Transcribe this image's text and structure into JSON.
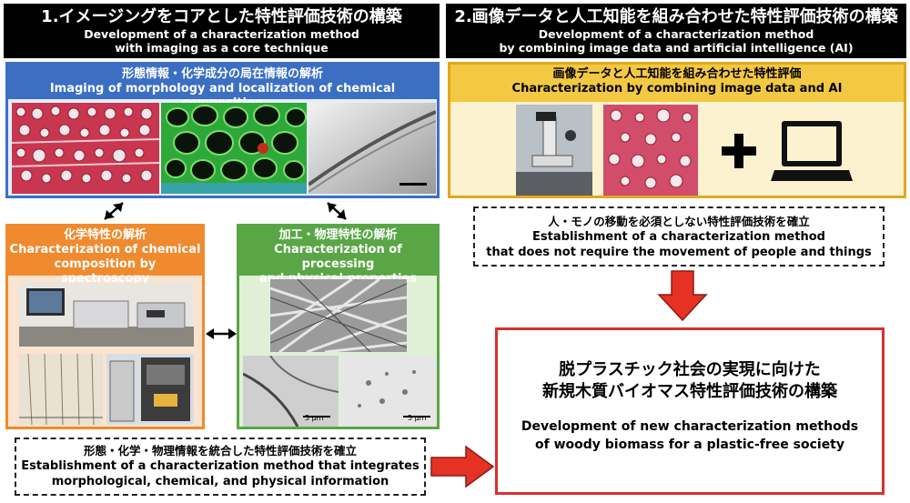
{
  "left_header": {
    "jp": "1.イメージングをコアとした特性評価技術の構築",
    "en1": "Development of a characterization method",
    "en2": "with imaging as a core technique"
  },
  "right_header": {
    "jp": "2.画像データと人工知能を組み合わせた特性評価技術の構築",
    "en1": "Development of a characterization method",
    "en2": "by combining image data and artificial intelligence (AI)"
  },
  "imaging_box": {
    "jp": "形態情報・化学成分の局在情報の解析",
    "en": "Imaging of morphology and localization of chemical composition"
  },
  "ai_box": {
    "jp": "画像データと人工知能を組み合わせた特性評価",
    "en": "Characterization by combining image data and AI"
  },
  "chemical_box": {
    "jp": "化学特性の解析",
    "en1": "Characterization of chemical",
    "en2": "composition by spectroscopy"
  },
  "processing_box": {
    "jp": "加工・物理特性の解析",
    "en1": "Characterization of processing",
    "en2": "and physical properties"
  },
  "scale_bars": [
    "5 μm",
    "5 μm"
  ],
  "integrate_box": {
    "jp": "形態・化学・物理情報を統合した特性評価技術を確立",
    "en1": "Establishment of a characterization method that integrates",
    "en2": "morphological, chemical, and physical information"
  },
  "no_movement_box": {
    "jp": "人・モノの移動を必須としない特性評価技術を確立",
    "en1": "Establishment of a characterization method",
    "en2": "that does not require the movement of people and things"
  },
  "goal_box": {
    "jp1": "脱プラスチック社会の実現に向けた",
    "jp2": "新規木質バイオマス特性評価技術の構築",
    "en1": "Development of new characterization methods",
    "en2": "of woody biomass for a plastic-free society"
  },
  "colors": {
    "imaging_blue": "#3b6fc4",
    "ai_yellow": "#f3c842",
    "chemical_orange": "#ef8a2e",
    "processing_green": "#5aa646",
    "goal_red": "#d9302c",
    "arrow_red": "#e53224"
  }
}
